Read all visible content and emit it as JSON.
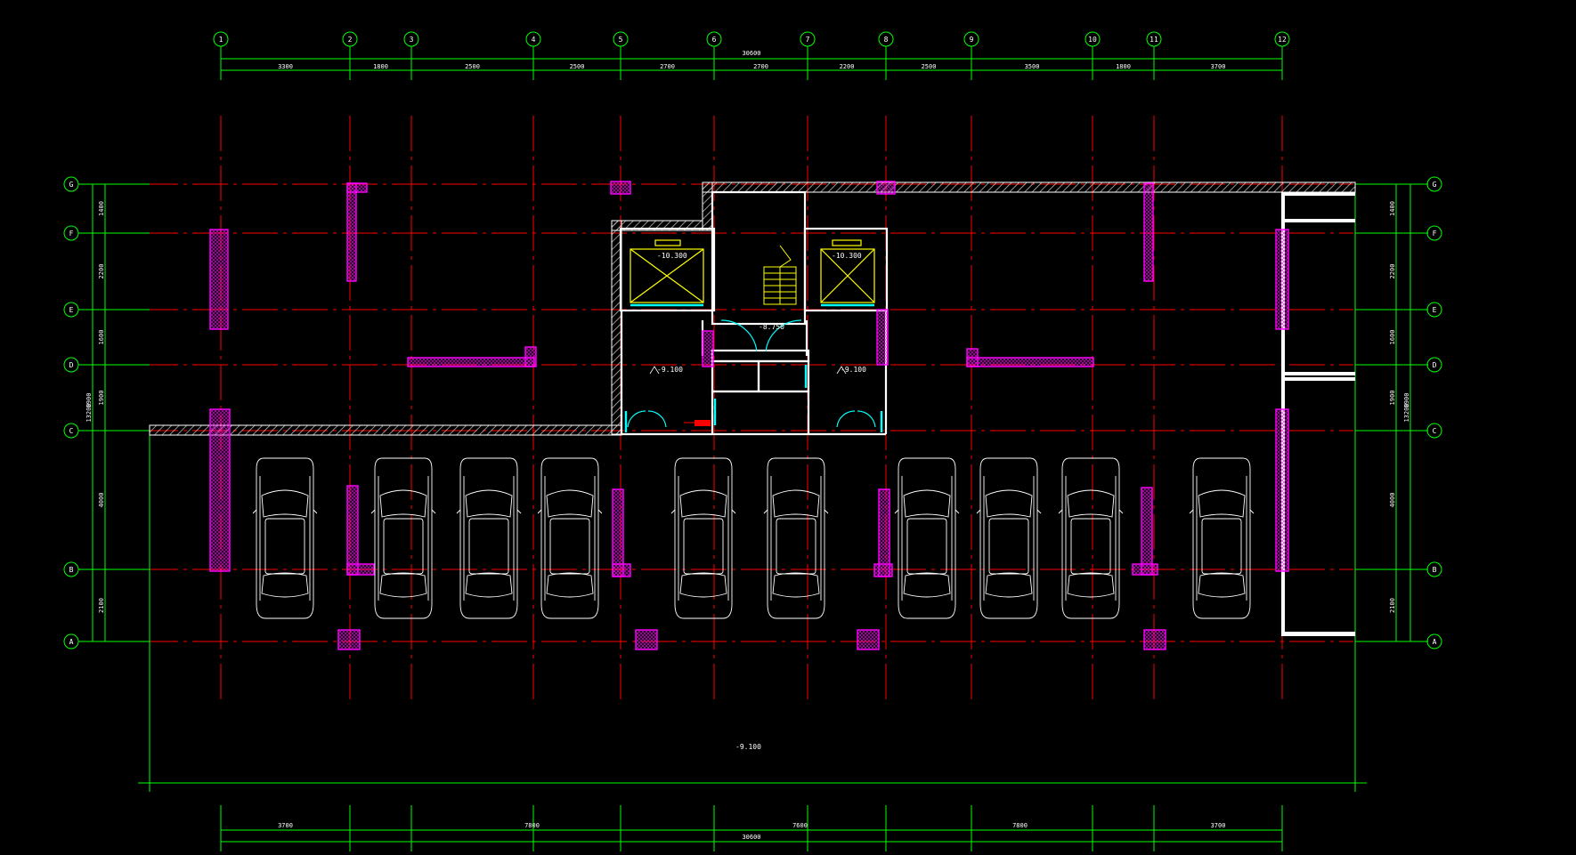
{
  "colors": {
    "background": "#000000",
    "grid": "#00ff00",
    "axis": "#ff0000",
    "wall": "#ff00ff",
    "hatch": "#ffffff",
    "car": "#ffffff",
    "elevator": "#ffff00",
    "door": "#00ffff",
    "fixture": "#ff0000"
  },
  "axes_cols": [
    "1",
    "2",
    "3",
    "4",
    "5",
    "6",
    "7",
    "8",
    "9",
    "10",
    "11",
    "12"
  ],
  "axes_rows": [
    "G",
    "F",
    "E",
    "D",
    "C",
    "B",
    "A"
  ],
  "dims": {
    "top_total": "30600",
    "top_segments": [
      "3300",
      "1800",
      "2500",
      "2500",
      "2700",
      "2700",
      "2200",
      "2500",
      "3500",
      "1800",
      "3700"
    ],
    "bottom_total": "30600",
    "bottom_segments": [
      "3700",
      "7800",
      "7600",
      "7800",
      "3700"
    ],
    "left_total": "13200",
    "left_segments": [
      "1400",
      "2200",
      "1600",
      "1900",
      "4000",
      "2100"
    ],
    "left_sub": "1900",
    "right_total": "13200",
    "right_segments": [
      "1400",
      "2200",
      "1600",
      "1900",
      "4000",
      "2100"
    ],
    "right_sub": "1900"
  },
  "labels": {
    "elev_level_left": "-10.300",
    "elev_level_right": "-10.300",
    "lobby_level": "-8.750",
    "floor_level_left": "-9.100",
    "floor_level_right": "-9.100",
    "parking_level": "-9.100"
  }
}
